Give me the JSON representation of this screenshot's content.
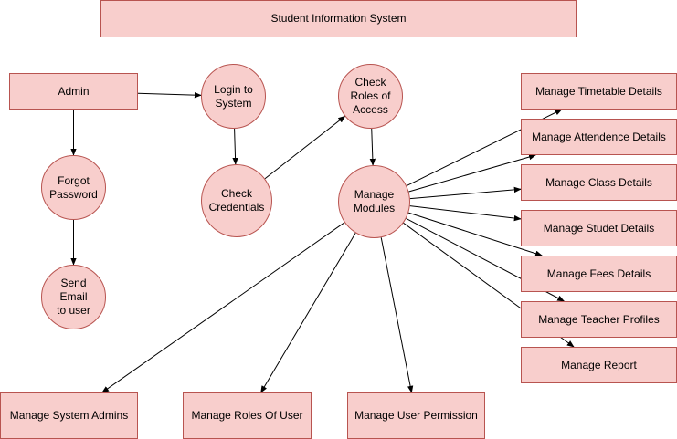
{
  "title": "Student Information System",
  "nodes": {
    "admin": "Admin",
    "login": "Login to\nSystem",
    "check_roles": "Check\nRoles of\nAccess",
    "forgot_password": "Forgot\nPassword",
    "check_credentials": "Check\nCredentials",
    "manage_modules": "Manage\nModules",
    "send_email": "Send Email\nto user",
    "timetable": "Manage Timetable Details",
    "attendence": "Manage Attendence Details",
    "class": "Manage Class Details",
    "student": "Manage Studet Details",
    "fees": "Manage Fees Details",
    "teacher": "Manage Teacher Profiles",
    "report": "Manage Report",
    "system_admins": "Manage System Admins",
    "roles_of_user": "Manage Roles Of User",
    "user_permission": "Manage User Permission"
  },
  "colors": {
    "fill": "#f8cecc",
    "stroke": "#b85450",
    "line": "#000000"
  },
  "edges": [
    [
      "admin",
      "login"
    ],
    [
      "admin",
      "forgot_password"
    ],
    [
      "forgot_password",
      "send_email"
    ],
    [
      "login",
      "check_credentials"
    ],
    [
      "check_credentials",
      "check_roles"
    ],
    [
      "check_roles",
      "manage_modules"
    ],
    [
      "manage_modules",
      "timetable"
    ],
    [
      "manage_modules",
      "attendence"
    ],
    [
      "manage_modules",
      "class"
    ],
    [
      "manage_modules",
      "student"
    ],
    [
      "manage_modules",
      "fees"
    ],
    [
      "manage_modules",
      "teacher"
    ],
    [
      "manage_modules",
      "report"
    ],
    [
      "manage_modules",
      "system_admins"
    ],
    [
      "manage_modules",
      "roles_of_user"
    ],
    [
      "manage_modules",
      "user_permission"
    ]
  ]
}
